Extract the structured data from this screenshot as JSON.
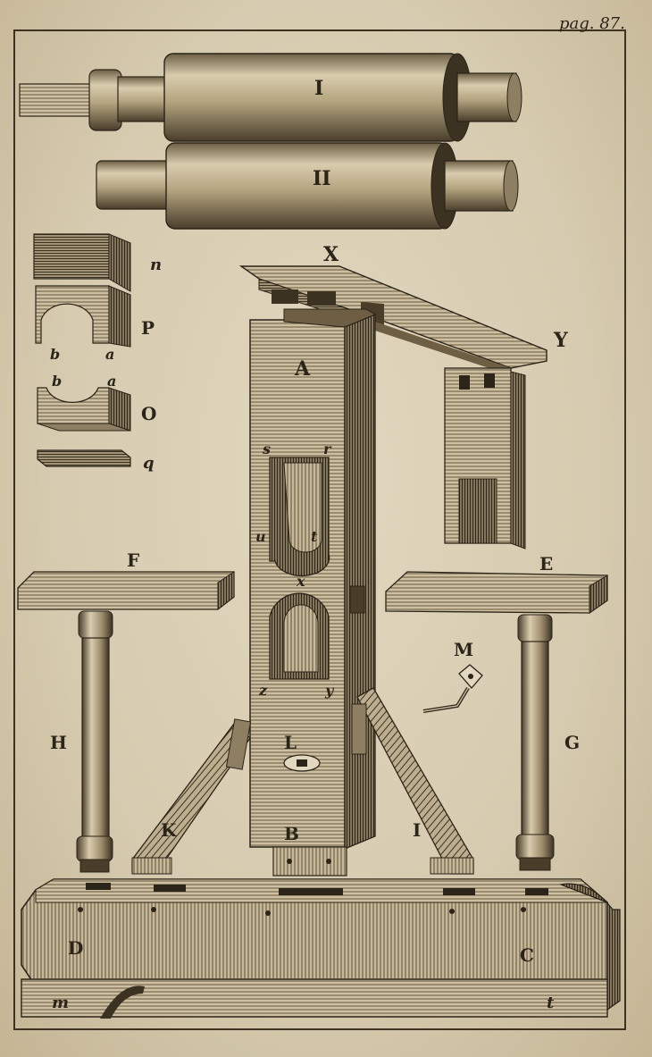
{
  "page_number": "pag. 87.",
  "colors": {
    "paper": "#ddd2b8",
    "ink": "#2a2419",
    "wood_light": "#d9ccae",
    "wood_mid": "#b4a47f",
    "wood_dark": "#6e5f44"
  },
  "labels": {
    "roller_upper": "I",
    "roller_lower": "II",
    "cap_top": "X",
    "beam_arm": "Y",
    "post_upper": "A",
    "post_lower": "B",
    "plate_left": "F",
    "plate_right": "E",
    "column_left": "H",
    "column_right": "G",
    "brace_left": "K",
    "brace_right": "I",
    "lock_plate": "L",
    "crank": "M",
    "base_left": "D",
    "base_right": "C",
    "base_corner_left": "m",
    "base_corner_right": "t",
    "block_top": "n",
    "bearing_upper": "P",
    "bearing_lower": "O",
    "shim": "q",
    "bearing_upper_left": "b",
    "bearing_upper_right": "a",
    "bearing_lower_left": "b",
    "bearing_lower_right": "a",
    "window_top_left": "s",
    "window_top_right": "r",
    "window_side_left": "u",
    "window_side_right": "t",
    "window_middle": "x",
    "window_bottom_left": "z",
    "window_bottom_right": "y"
  }
}
